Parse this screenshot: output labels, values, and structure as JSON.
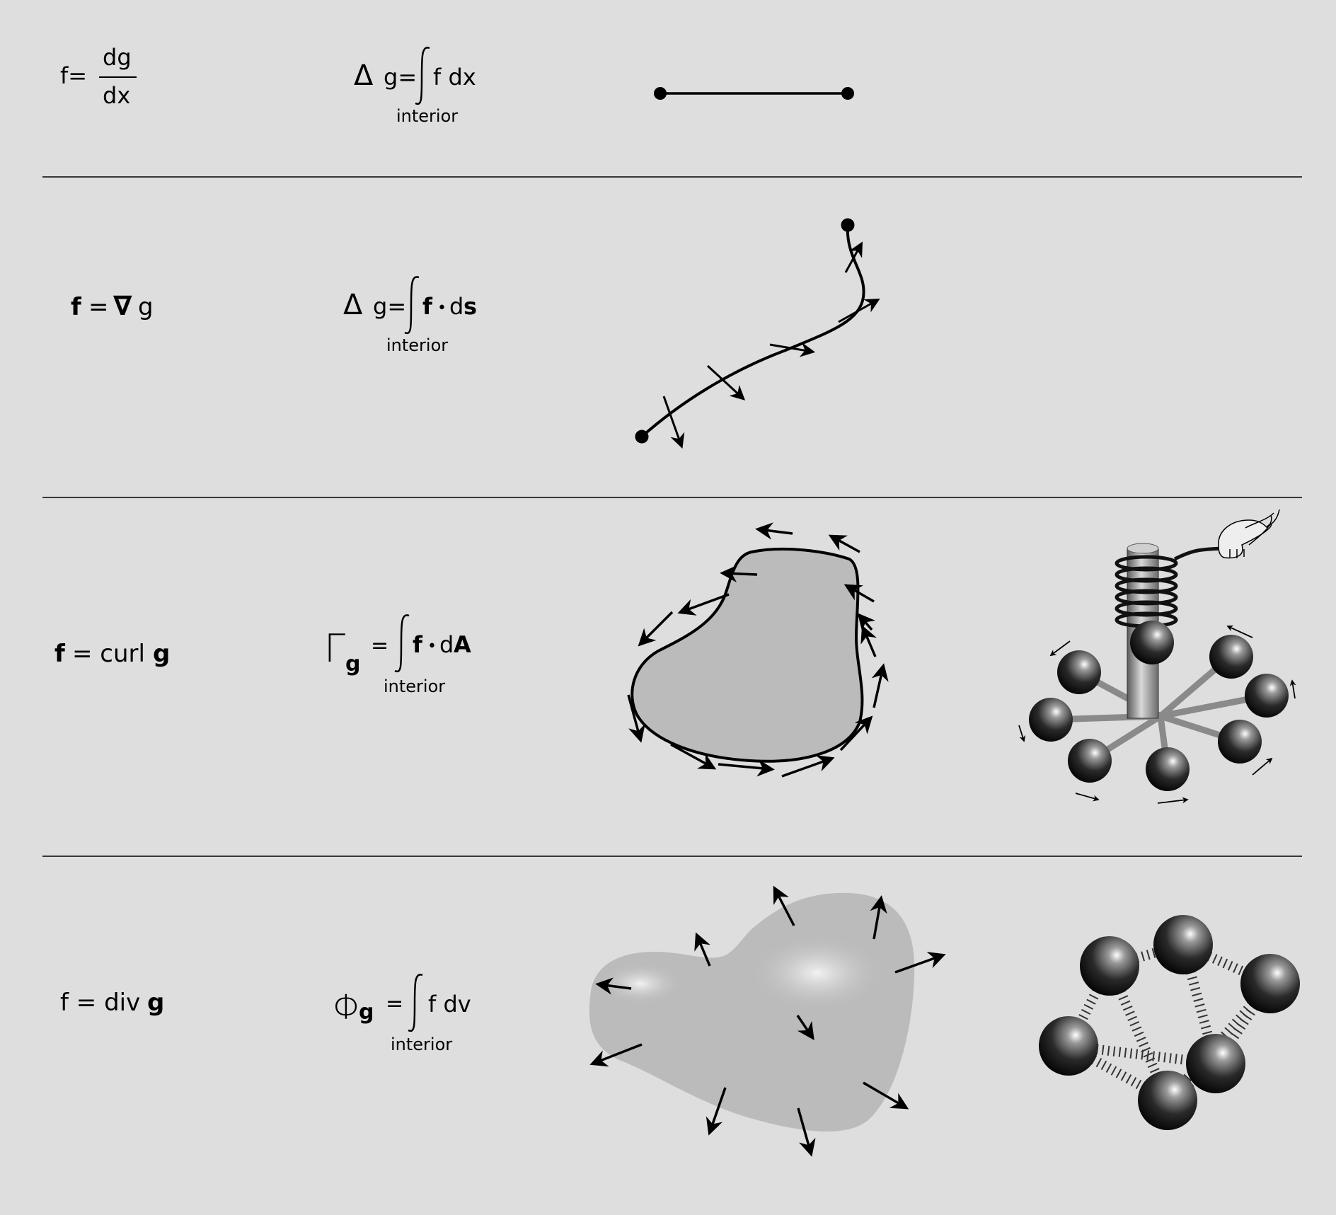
{
  "colors": {
    "background": "#dedede",
    "shape_fill": "#bbbbbb",
    "ink": "#000000",
    "metal": "#9a9a9a"
  },
  "rows": [
    {
      "id": "derivative",
      "formula": {
        "lhs": "f=",
        "numerator": "dg",
        "denominator": "dx"
      },
      "integral": {
        "delta": "Δ",
        "lhs": "g=",
        "integrand": "f dx",
        "subscript": "interior"
      },
      "figure": "line-segment"
    },
    {
      "id": "gradient",
      "formula": {
        "f": "f",
        "eq": "=",
        "nabla": "∇",
        "g": "g"
      },
      "integral": {
        "delta": "Δ",
        "lhs": "g=",
        "integrand_f": "f",
        "dot": "•",
        "integrand_d": "d",
        "integrand_s": "s",
        "subscript": "interior"
      },
      "figure": "curve-with-vectors"
    },
    {
      "id": "curl",
      "formula": {
        "f": "f",
        "eq": "= curl",
        "g": "g"
      },
      "integral": {
        "symbol": "Γ",
        "sub": "g",
        "eq": "=",
        "integrand_f": "f",
        "dot": "•",
        "integrand_d": "d",
        "integrand_A": "A",
        "subscript": "interior"
      },
      "figure": "circulation-region",
      "illustration": "paddle-wheel"
    },
    {
      "id": "divergence",
      "formula": {
        "lhs": "f = div",
        "g": "g"
      },
      "integral": {
        "symbol": "Φ",
        "sub": "g",
        "eq": "=",
        "integrand": "f dv",
        "subscript": "interior"
      },
      "figure": "flux-region",
      "illustration": "spring-lattice"
    }
  ]
}
